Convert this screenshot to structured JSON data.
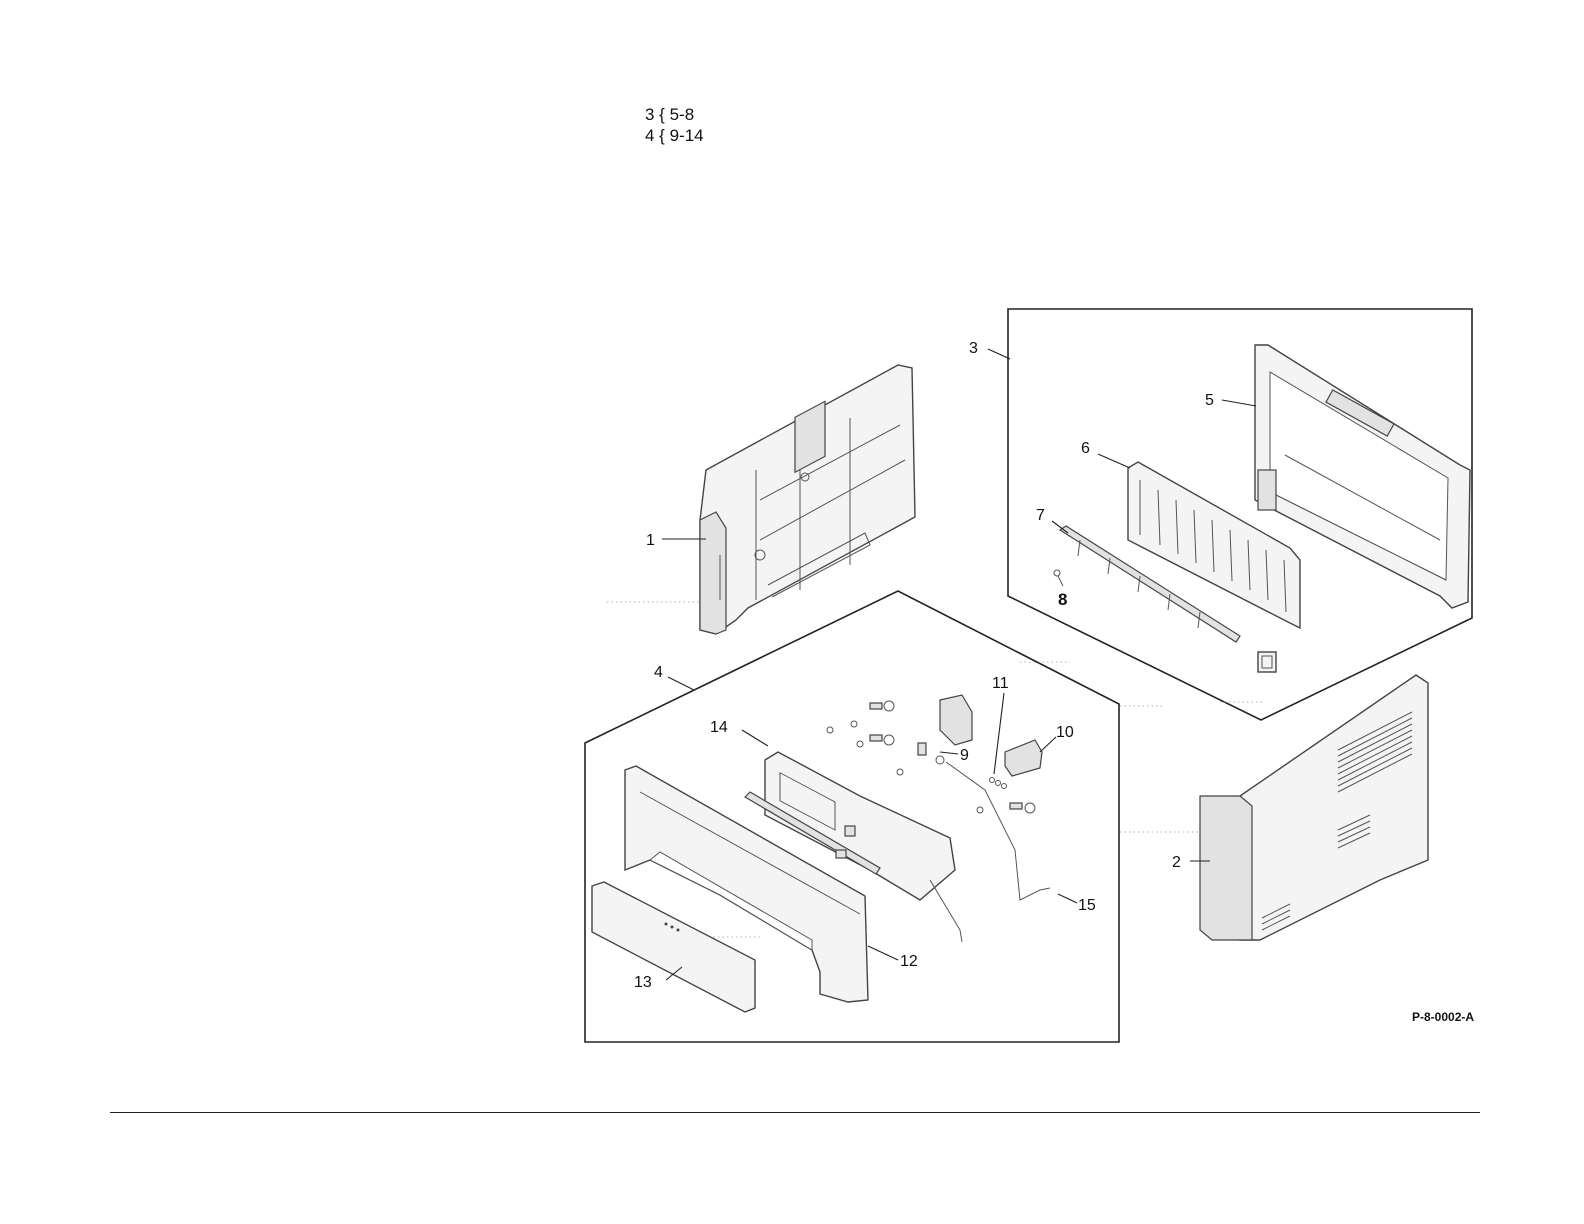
{
  "legend": {
    "line1": "3 { 5-8",
    "line2": "4 { 9-14"
  },
  "figure_id": "P-8-0002-A",
  "callouts": {
    "c1": "1",
    "c2": "2",
    "c3": "3",
    "c4": "4",
    "c5": "5",
    "c6": "6",
    "c7": "7",
    "c8": "8",
    "c9": "9",
    "c10": "10",
    "c11": "11",
    "c12": "12",
    "c13": "13",
    "c14": "14",
    "c15": "15"
  }
}
